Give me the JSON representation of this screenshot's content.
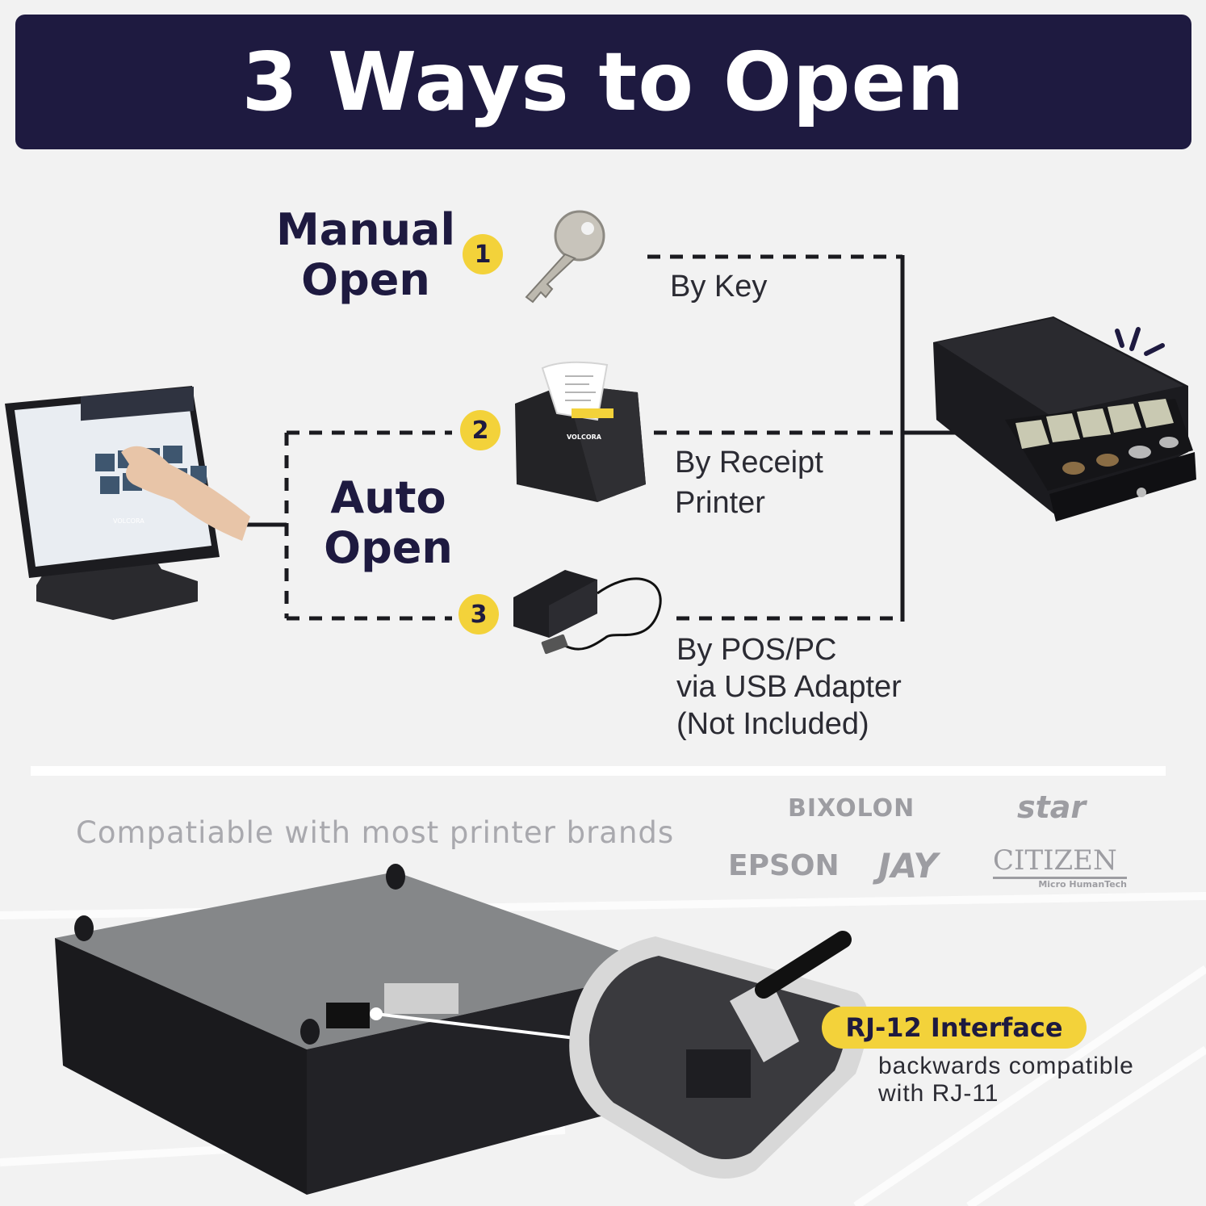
{
  "header": {
    "title": "3 Ways to Open"
  },
  "manual": {
    "label_line1": "Manual",
    "label_line2": "Open",
    "number": "1",
    "method": "By Key"
  },
  "auto": {
    "label_line1": "Auto",
    "label_line2": "Open",
    "printer": {
      "number": "2",
      "method_line1": "By Receipt",
      "method_line2": "Printer",
      "brand": "VOLCORA"
    },
    "usb": {
      "number": "3",
      "method_line1": "By POS/PC",
      "method_line2": "via USB Adapter",
      "method_line3": "(Not Included)"
    }
  },
  "monitor": {
    "brand": "VOLCORA"
  },
  "compat": {
    "text": "Compatiable with most printer brands"
  },
  "brands": {
    "bixolon": "BIXOLON",
    "star": "star",
    "epson": "EPSON",
    "jay": "JAY",
    "citizen": "CITIZEN",
    "citizen_sub": "Micro HumanTech"
  },
  "interface": {
    "label": "RJ-12 Interface",
    "sub_line1": "backwards compatible",
    "sub_line2": "with RJ-11"
  },
  "colors": {
    "navy": "#1e1a40",
    "yellow": "#f3d23a",
    "background": "#f2f2f2"
  }
}
